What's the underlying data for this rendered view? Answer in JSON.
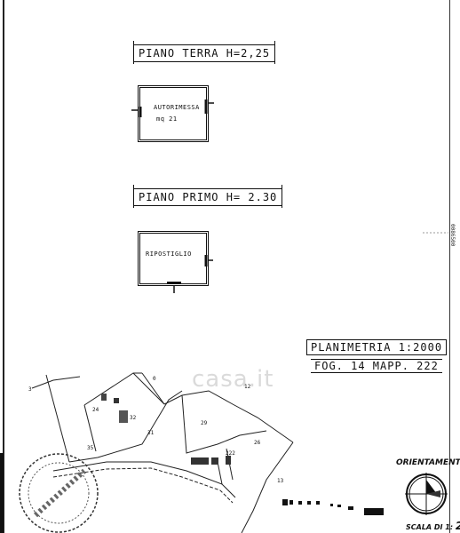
{
  "sections": {
    "ground_floor": {
      "title": "PIANO TERRA H=2,25",
      "room_name": "AUTORIMESSA",
      "room_area": "mq 21"
    },
    "first_floor": {
      "title": "PIANO PRIMO H= 2.30",
      "room_name": "RIPOSTIGLIO"
    }
  },
  "site_plan": {
    "title": "PLANIMETRIA 1:2000",
    "sheet": "FOG. 14 MAPP. 222",
    "parcels": [
      "24",
      "32",
      "31",
      "35",
      "29",
      "26",
      "12",
      "13",
      "0",
      "3",
      "222"
    ]
  },
  "orientation": {
    "label": "ORIENTAMENTO"
  },
  "scale": {
    "label": "SCALA DI 1:",
    "value": "2"
  },
  "watermark": {
    "text": "casa.it"
  },
  "side_note": {
    "text": "0086500"
  }
}
